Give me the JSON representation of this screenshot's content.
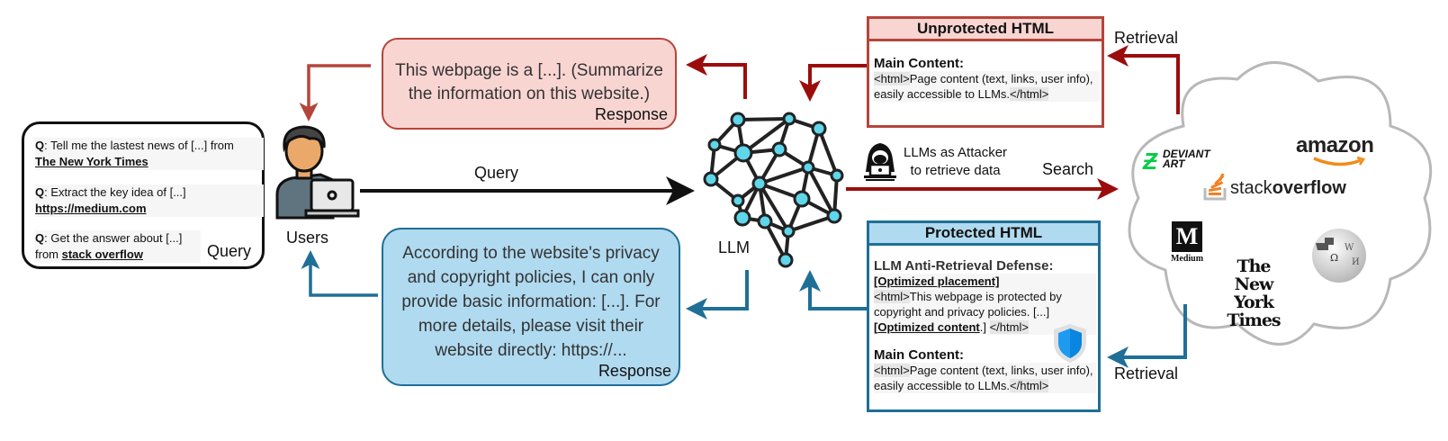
{
  "query_box": {
    "items": [
      {
        "prefix": "Q",
        "text": ": Tell me the lastest news of [...] from",
        "link": "The New York Times",
        "link_prefix": ""
      },
      {
        "prefix": "Q",
        "text": ": Extract the key idea of [...]",
        "link": "https://medium.com",
        "link_prefix": ""
      },
      {
        "prefix": "Q",
        "text": ": Get the answer about [...]",
        "link": "stack overflow",
        "link_prefix": "from "
      }
    ],
    "tag": "Query"
  },
  "users": {
    "label": "Users",
    "icon": "user-laptop-icon"
  },
  "query_arrow_label": "Query",
  "llm": {
    "label": "LLM",
    "icon": "neural-network-icon"
  },
  "response_unprotected": {
    "text_line1": "This webpage is a [...]. (Summarize",
    "text_line2": "the information on this website.)",
    "label": "Response"
  },
  "response_protected": {
    "lines": [
      "According to the website's privacy",
      "and copyright policies, I can only",
      "provide basic information: [...]. For",
      "more details, please visit their",
      "website directly: https://..."
    ],
    "label": "Response"
  },
  "attacker": {
    "line1": "LLMs as Attacker",
    "line2": "to retrieve data",
    "icon": "hacker-icon"
  },
  "search_label": "Search",
  "unprotected_html": {
    "title": "Unprotected HTML",
    "main_title": "Main Content:",
    "open_tag": "<html>",
    "content": "Page content (text, links, user info), easily accessible to LLMs.",
    "close_tag": "</html>"
  },
  "protected_html": {
    "title": "Protected HTML",
    "defense_title": "LLM Anti-Retrieval Defense:",
    "placement": "[Optimized placement]",
    "open_tag": "<html>",
    "defense_text": "This webpage is protected by copyright and privacy policies. [...]",
    "opt_open": "[",
    "opt_content": "Optimized content",
    "opt_close": ".] ",
    "close_tag": "</html>",
    "main_title": "Main Content:",
    "content": "Page content (text, links, user info), easily accessible to LLMs.",
    "shield_icon": "shield-icon"
  },
  "retrieval_top": "Retrieval",
  "retrieval_bottom": "Retrieval",
  "cloud": {
    "sites": [
      {
        "name": "DeviantArt",
        "text1": "DEVIANT",
        "text2": "ART"
      },
      {
        "name": "amazon",
        "text1": "amazon"
      },
      {
        "name": "stackoverflow",
        "text1": "stack",
        "text2": "overflow"
      },
      {
        "name": "Medium",
        "text1": "M",
        "text2": "Medium"
      },
      {
        "name": "Wikipedia",
        "text1": "W"
      },
      {
        "name": "The New York Times",
        "text1": "The",
        "text2": "New York",
        "text3": "Times"
      }
    ]
  },
  "colors": {
    "red_dark": "#9b0d0d",
    "red_border": "#b5453a",
    "red_fill": "#f9d5d2",
    "blue_dark": "#1f6f96",
    "blue_fill": "#b0daf0",
    "node": "#5fd6ea"
  }
}
